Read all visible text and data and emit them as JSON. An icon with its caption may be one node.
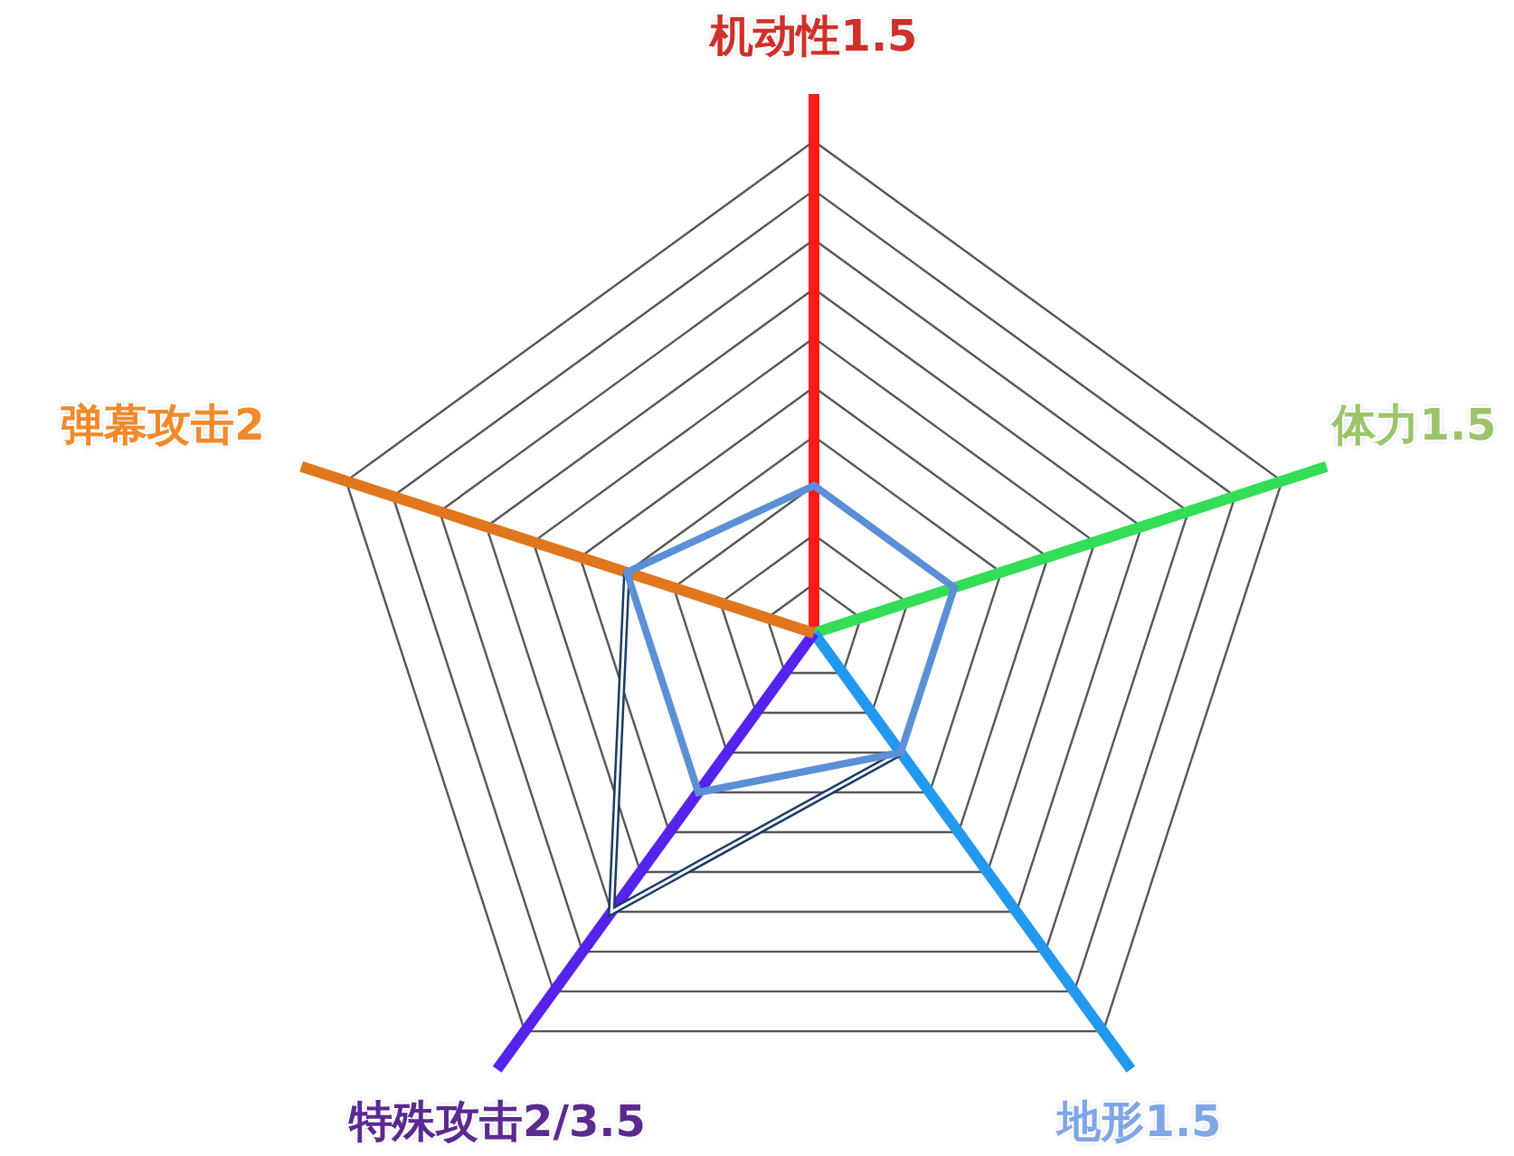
{
  "diagram": {
    "labels": [
      "机动性1.5",
      "弹幕攻击2",
      "体力1.5",
      "特殊攻击2/3.5",
      "地形1.5"
    ]
  }
}
